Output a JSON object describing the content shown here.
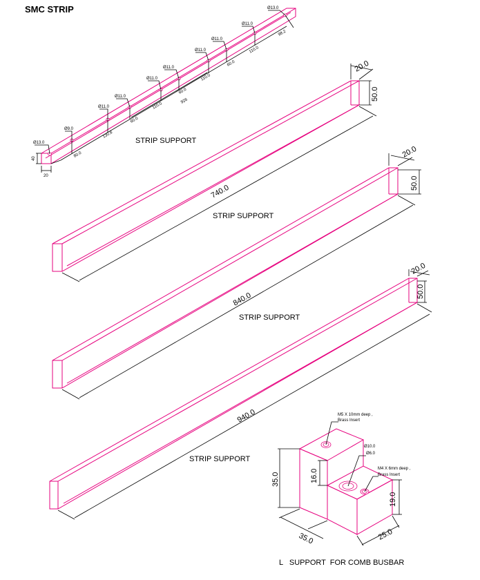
{
  "title": "SMC STRIP",
  "strip_small": {
    "label": "STRIP SUPPORT",
    "hole_labels": [
      "Ø13.0",
      "Ø9.0",
      "Ø11.0",
      "Ø11.0",
      "Ø11.0",
      "Ø11.0",
      "Ø11.0",
      "Ø11.0",
      "Ø11.0",
      "Ø13.0"
    ],
    "spacing_labels": [
      "80.0",
      "130.8",
      "60.0",
      "110.0",
      "60.0",
      "110.0",
      "60.0",
      "110.0",
      "98.2"
    ],
    "overall_label": "926",
    "end_height": "40",
    "end_width": "20"
  },
  "bar1": {
    "label": "STRIP SUPPORT",
    "length": "740.0",
    "width": "20.0",
    "height": "50.0"
  },
  "bar2": {
    "label": "STRIP SUPPORT",
    "length": "840.0",
    "width": "20.0",
    "height": "50.0"
  },
  "bar3": {
    "label": "STRIP SUPPORT",
    "length": "940.0",
    "width": "20.0",
    "height": "50.0"
  },
  "lsupport": {
    "caption": "L   SUPPORT  FOR COMB BUSBAR",
    "note1_line1": "M5 X 10mm deep ,",
    "note1_line2": "Brass Insert",
    "hole_big": "Ø10.0",
    "hole_small": "Ø6.0",
    "note2_line1": "M4 X 6mm deep ,",
    "note2_line2": "Brass Insert",
    "dim_height": "35.0",
    "dim_step": "16.0",
    "dim_low": "19.0",
    "dim_length": "35.0",
    "dim_width": "25.0"
  }
}
